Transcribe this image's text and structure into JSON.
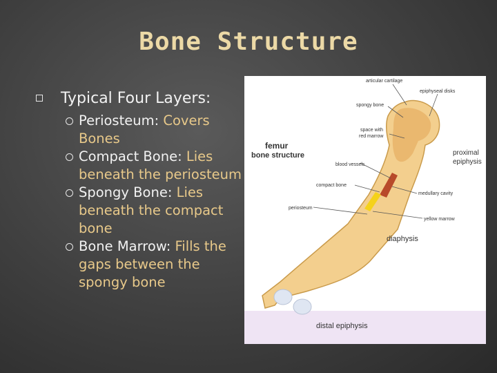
{
  "slide": {
    "title": "Bone Structure",
    "heading": "Typical Four Layers:",
    "bullets": [
      {
        "term": "Periosteum: ",
        "desc": "Covers Bones"
      },
      {
        "term": "Compact Bone: ",
        "desc": "Lies beneath the periosteum"
      },
      {
        "term": "Spongy Bone: ",
        "desc": "Lies beneath the compact bone"
      },
      {
        "term": "Bone Marrow: ",
        "desc": "Fills the gaps between the spongy bone"
      }
    ]
  },
  "figure": {
    "title_line1": "femur",
    "title_line2": "bone structure",
    "labels": {
      "articular_cartilage": "articular cartilage",
      "epiphyseal_disks": "epiphyseal disks",
      "spongy_bone": "spongy bone",
      "space_marrow_1": "space with",
      "space_marrow_2": "red marrow",
      "blood_vessels": "blood vessels",
      "compact_bone": "compact bone",
      "medullary_cavity": "medullary cavity",
      "periosteum": "periosteum",
      "yellow_marrow": "yellow marrow",
      "proximal_1": "proximal",
      "proximal_2": "epiphysis",
      "diaphysis": "diaphysis",
      "distal_epiphysis": "distal epiphysis"
    },
    "colors": {
      "bone": "#f3cf8e",
      "bone_edge": "#c99a4a",
      "spongy": "#e7b46a",
      "marrow_red": "#b84a2a",
      "marrow_yellow": "#f5d21a",
      "cartilage": "#dfe6f2",
      "accent_blue": "#5a85b8",
      "distal_band": "#efe4f4"
    }
  }
}
